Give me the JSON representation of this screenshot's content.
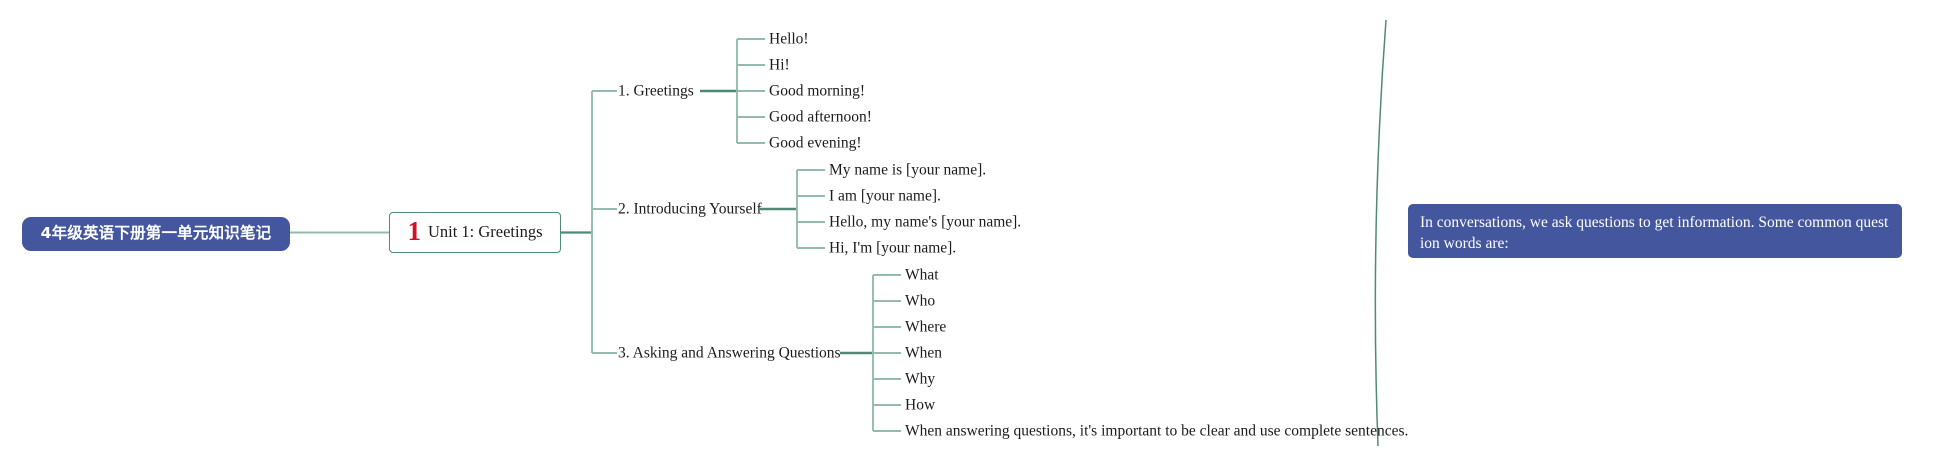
{
  "root": {
    "label": "4年级英语下册第一单元知识笔记",
    "fill": "#44569E",
    "text_color": "#ffffff"
  },
  "unit": {
    "number": "1",
    "number_color": "#D3102B",
    "label": "Unit 1: Greetings",
    "border_color": "#4F8A74",
    "fill": "#ffffff"
  },
  "theme": {
    "line_color": "#93BCAE",
    "trunk_color": "#4F8A74",
    "accent_blue": "#44569E",
    "accent_red": "#D3102B",
    "text_color": "#1b1b1b",
    "background": "#ffffff"
  },
  "branches": [
    {
      "label": "1. Greetings",
      "children": [
        {
          "label": "Hello!"
        },
        {
          "label": "Hi!"
        },
        {
          "label": "Good morning!"
        },
        {
          "label": "Good afternoon!"
        },
        {
          "label": "Good evening!"
        }
      ]
    },
    {
      "label": "2. Introducing Yourself",
      "children": [
        {
          "label": "My name is [your name]."
        },
        {
          "label": "I am [your name]."
        },
        {
          "label": "Hello, my name's [your name]."
        },
        {
          "label": "Hi, I'm [your name]."
        }
      ]
    },
    {
      "label": "3. Asking and Answering Questions",
      "children": [
        {
          "label": "What"
        },
        {
          "label": "Who"
        },
        {
          "label": "Where"
        },
        {
          "label": "When"
        },
        {
          "label": "Why"
        },
        {
          "label": "How"
        },
        {
          "label": "When answering questions, it's important to be clear and use complete sentences."
        }
      ]
    }
  ],
  "callout": {
    "text": "In conversations, we ask questions to get information. Some common question words are:",
    "fill": "#44569E",
    "text_color": "#ffffff"
  },
  "decor": {
    "divider_icon": "curved-divider-line",
    "divider_color": "#4F8A74"
  }
}
